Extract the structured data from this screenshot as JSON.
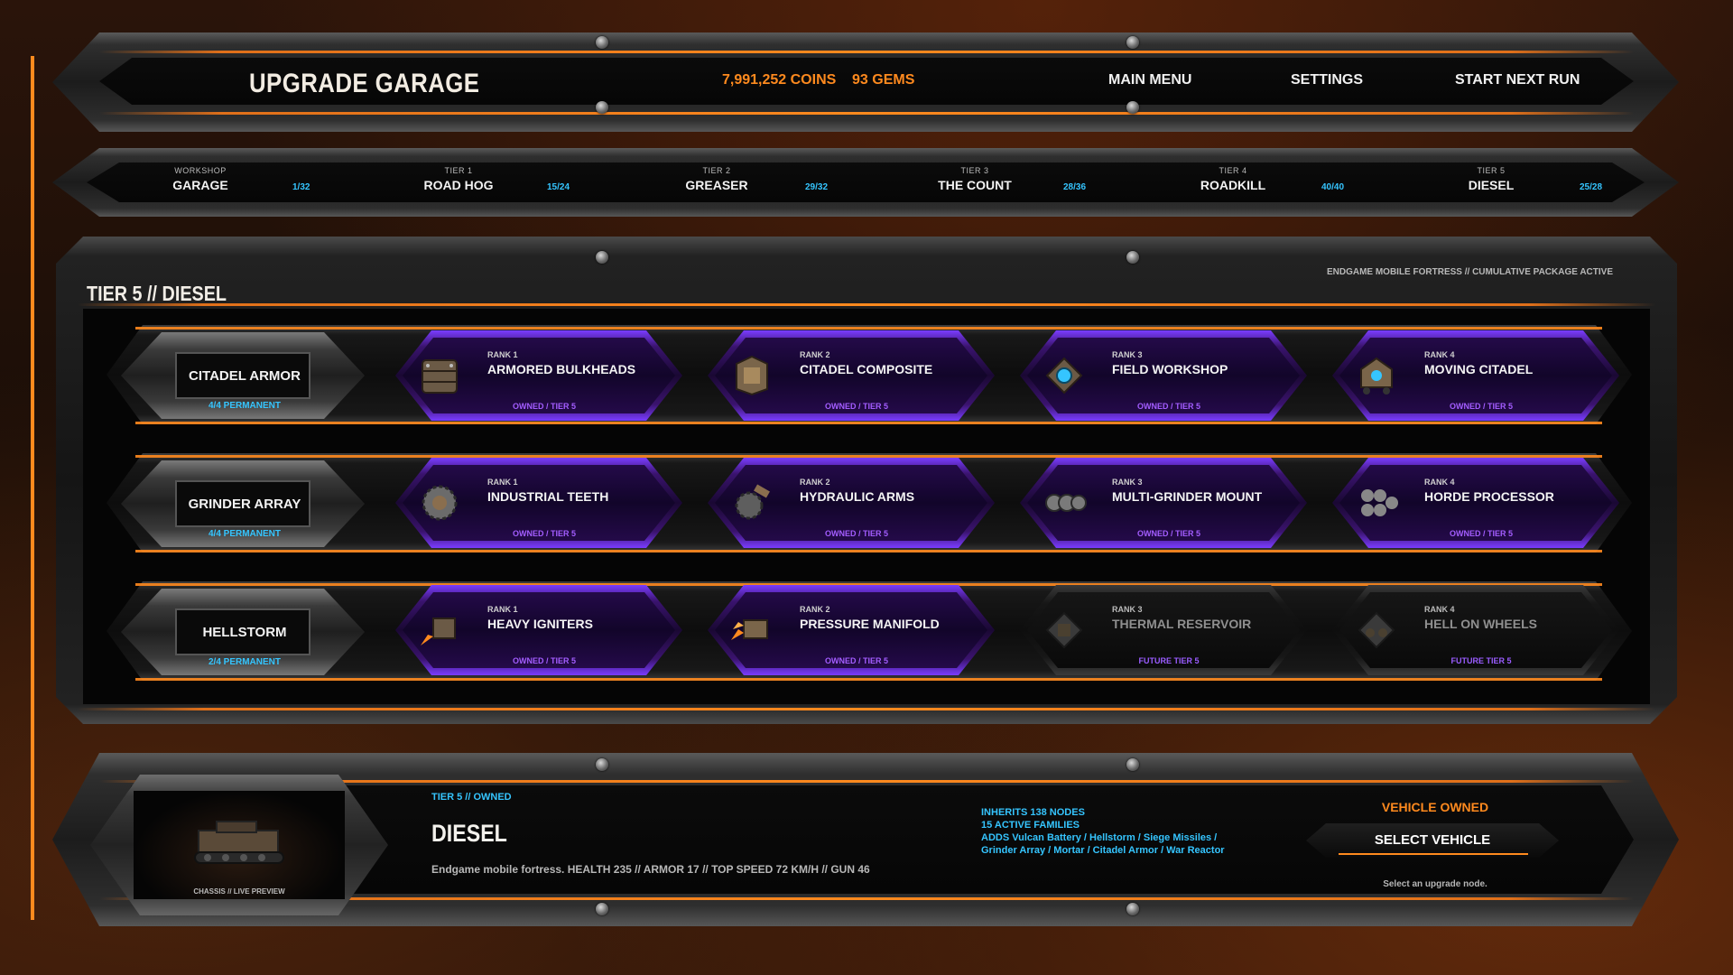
{
  "header": {
    "title": "UPGRADE GARAGE",
    "coins": "7,991,252 COINS",
    "gems": "93 GEMS",
    "nav": [
      "MAIN MENU",
      "SETTINGS",
      "START NEXT RUN"
    ]
  },
  "tiers": [
    {
      "small": "WORKSHOP",
      "name": "GARAGE",
      "count": "1/32"
    },
    {
      "small": "TIER 1",
      "name": "ROAD HOG",
      "count": "15/24"
    },
    {
      "small": "TIER 2",
      "name": "GREASER",
      "count": "29/32"
    },
    {
      "small": "TIER 3",
      "name": "THE COUNT",
      "count": "28/36"
    },
    {
      "small": "TIER 4",
      "name": "ROADKILL",
      "count": "40/40"
    },
    {
      "small": "TIER 5",
      "name": "DIESEL",
      "count": "25/28"
    }
  ],
  "panel": {
    "title": "TIER 5  //  DIESEL",
    "subtitle": "ENDGAME MOBILE FORTRESS  //  CUMULATIVE PACKAGE ACTIVE"
  },
  "families": [
    {
      "name": "CITADEL ARMOR",
      "count": "4/4  PERMANENT",
      "nodes": [
        {
          "rank": "RANK 1",
          "name": "ARMORED BULKHEADS",
          "status": "OWNED  /  TIER 5",
          "icon": "armor-plate-icon",
          "locked": false
        },
        {
          "rank": "RANK 2",
          "name": "CITADEL COMPOSITE",
          "status": "OWNED  /  TIER 5",
          "icon": "composite-armor-icon",
          "locked": false
        },
        {
          "rank": "RANK 3",
          "name": "FIELD WORKSHOP",
          "status": "OWNED  /  TIER 5",
          "icon": "workshop-icon",
          "locked": false
        },
        {
          "rank": "RANK 4",
          "name": "MOVING CITADEL",
          "status": "OWNED  /  TIER 5",
          "icon": "citadel-icon",
          "locked": false
        }
      ]
    },
    {
      "name": "GRINDER ARRAY",
      "count": "4/4  PERMANENT",
      "nodes": [
        {
          "rank": "RANK 1",
          "name": "INDUSTRIAL TEETH",
          "status": "OWNED  /  TIER 5",
          "icon": "grinder-icon",
          "locked": false
        },
        {
          "rank": "RANK 2",
          "name": "HYDRAULIC ARMS",
          "status": "OWNED  /  TIER 5",
          "icon": "hydraulic-arm-icon",
          "locked": false
        },
        {
          "rank": "RANK 3",
          "name": "MULTI-GRINDER MOUNT",
          "status": "OWNED  /  TIER 5",
          "icon": "multi-grinder-icon",
          "locked": false
        },
        {
          "rank": "RANK 4",
          "name": "HORDE PROCESSOR",
          "status": "OWNED  /  TIER 5",
          "icon": "processor-icon",
          "locked": false
        }
      ]
    },
    {
      "name": "HELLSTORM",
      "count": "2/4  PERMANENT",
      "nodes": [
        {
          "rank": "RANK 1",
          "name": "HEAVY IGNITERS",
          "status": "OWNED  /  TIER 5",
          "icon": "igniter-icon",
          "locked": false
        },
        {
          "rank": "RANK 2",
          "name": "PRESSURE MANIFOLD",
          "status": "OWNED  /  TIER 5",
          "icon": "manifold-icon",
          "locked": false
        },
        {
          "rank": "RANK 3",
          "name": "THERMAL RESERVOIR",
          "status": "FUTURE TIER 5",
          "icon": "reservoir-icon",
          "locked": true
        },
        {
          "rank": "RANK 4",
          "name": "HELL ON WHEELS",
          "status": "FUTURE TIER 5",
          "icon": "flame-wheels-icon",
          "locked": true
        }
      ]
    }
  ],
  "vehicle": {
    "tag": "TIER 5  //  OWNED",
    "name": "DIESEL",
    "description": "Endgame mobile fortress.  HEALTH 235  //  ARMOR 17  //  TOP SPEED 72 KM/H  //  GUN 46",
    "preview_caption": "CHASSIS  //  LIVE PREVIEW",
    "inherits": [
      "INHERITS 138 NODES",
      "15 ACTIVE FAMILIES",
      "ADDS  Vulcan Battery  /  Hellstorm  /  Siege Missiles  /  Grinder Array  /  Mortar  /  Citadel Armor  /  War Reactor"
    ],
    "owned_label": "VEHICLE OWNED",
    "select_label": "SELECT VEHICLE",
    "hint": "Select an upgrade node."
  },
  "colors": {
    "accent": "#ff8a1e",
    "info": "#35c5ff",
    "owned_node": "#7a3cff"
  }
}
